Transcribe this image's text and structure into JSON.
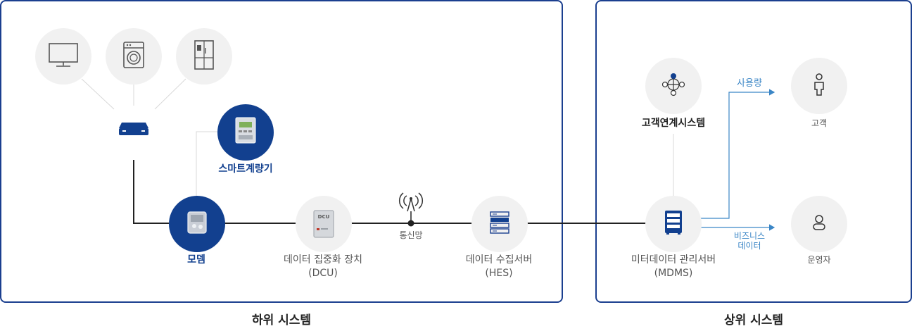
{
  "lower_system": {
    "title": "하위 시스템",
    "smart_meter": "스마트계량기",
    "modem": "모뎀",
    "dcu_line1": "데이터 집중화 장치",
    "dcu_line2": "(DCU)",
    "dcu_badge": "DCU",
    "network": "통신망",
    "hes_line1": "데이터 수집서버",
    "hes_line2": "(HES)"
  },
  "upper_system": {
    "title": "상위 시스템",
    "crm": "고객연계시스템",
    "mdms_line1": "미터데이터 관리서버",
    "mdms_line2": "(MDMS)",
    "usage_label": "사용량",
    "business_line1": "비즈니스",
    "business_line2": "데이터",
    "customer": "고객",
    "operator": "운영자"
  },
  "colors": {
    "navy": "#12408f",
    "frame": "#1b3f8f",
    "arrow": "#3b86c6",
    "node_gray": "#f1f1f1"
  },
  "icons": [
    "tv-icon",
    "washing-machine-icon",
    "refrigerator-icon",
    "gateway-router-icon",
    "smart-meter-icon",
    "modem-icon",
    "dcu-icon",
    "antenna-icon",
    "server-rack-icon",
    "network-hub-icon",
    "mdms-server-icon",
    "person-icon",
    "user-icon"
  ]
}
